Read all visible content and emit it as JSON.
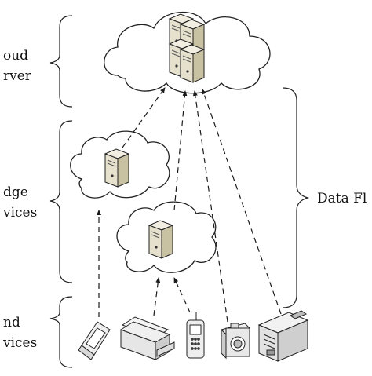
{
  "labels": {
    "cloud_line1": "oud",
    "cloud_line2": "rver",
    "edge_line1": "dge",
    "edge_line2": "vices",
    "end_line1": "nd",
    "end_line2": "vices",
    "data_flow": "Data Fl"
  },
  "nodes": {
    "cloud": "cloud-server-cluster",
    "edge": [
      "edge-server-1",
      "edge-server-2"
    ],
    "devices": [
      "phone",
      "printer",
      "mobile-phone",
      "camera",
      "fax-printer"
    ]
  },
  "colors": {
    "line": "#1a1a1a",
    "server_body": "#e8e4d4",
    "server_side": "#c9c3a8",
    "device_body": "#eeeeee"
  }
}
